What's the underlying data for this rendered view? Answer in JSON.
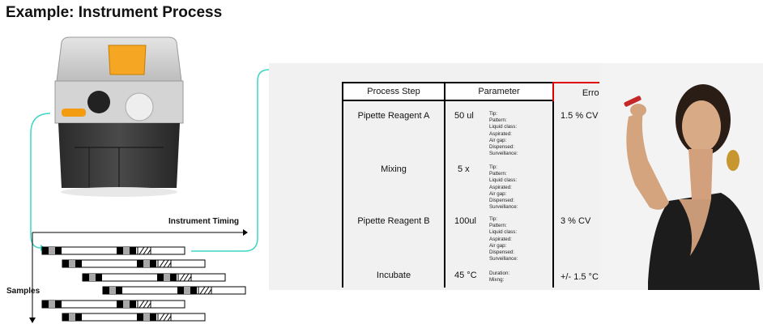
{
  "title": "Example: Instrument Process",
  "timing": {
    "label": "Instrument Timing",
    "samples_label": "Samples"
  },
  "table": {
    "headers": [
      "Process Step",
      "Parameter",
      "Error Budget"
    ],
    "rows": [
      {
        "step": "Pipette Reagent A",
        "value": "50 ul",
        "params": [
          "Tip:",
          "Pattern:",
          "Liquid class:",
          "Aspirated:",
          "Air gap:",
          "Dispensed:",
          "Surveillance:"
        ],
        "budget": "1.5 % CV"
      },
      {
        "step": "Mixing",
        "value": "5 x",
        "params": [
          "Tip:",
          "Pattern:",
          "Liquid class:",
          "Aspirated:",
          "Air gap:",
          "Dispensed:",
          "Surveillance:"
        ],
        "budget": ""
      },
      {
        "step": "Pipette Reagent B",
        "value": "100ul",
        "params": [
          "Tip:",
          "Pattern:",
          "Liquid class:",
          "Aspirated:",
          "Air gap:",
          "Dispensed:",
          "Surveillance:"
        ],
        "budget": "3 % CV"
      },
      {
        "step": "Incubate",
        "value": "45 °C",
        "params": [
          "Duration:",
          "Mixng:"
        ],
        "budget": "+/- 1.5 °C"
      }
    ]
  },
  "colors": {
    "arrow": "#3fd6c3",
    "highlight": "#e00000",
    "bar_black": "#000000",
    "bar_gray": "#a8a8a8"
  }
}
